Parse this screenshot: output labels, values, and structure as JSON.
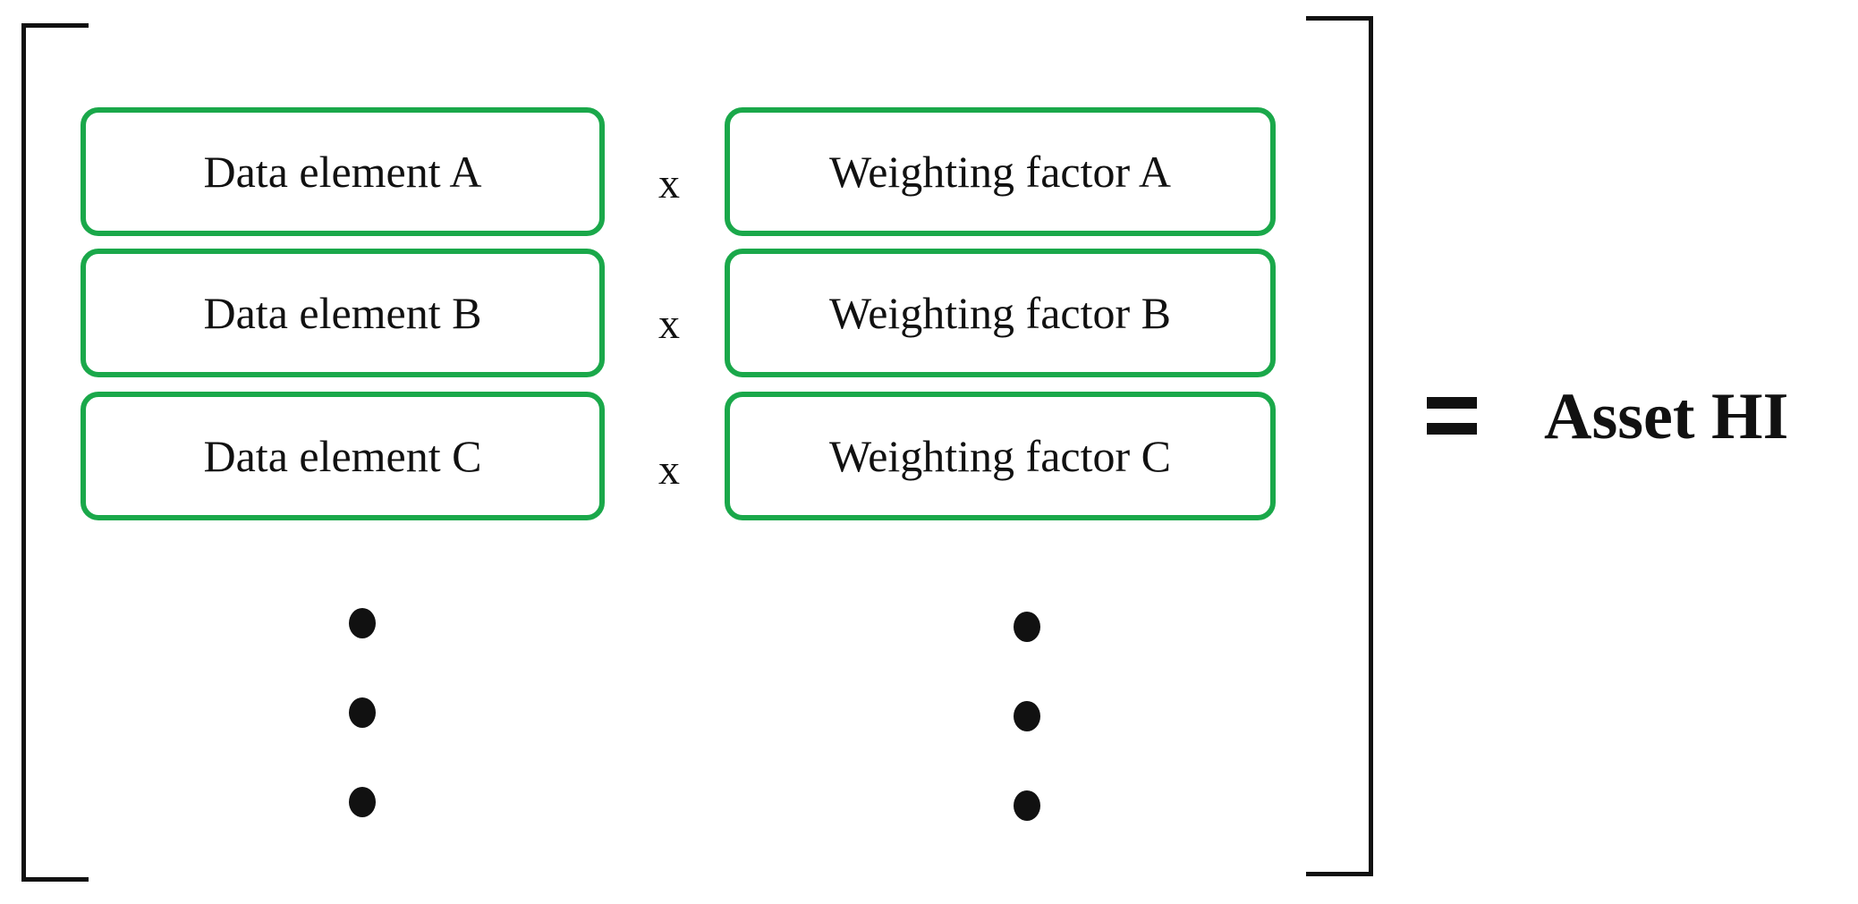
{
  "rows": [
    {
      "data_element": "Data element A",
      "operator": "x",
      "weighting_factor": "Weighting factor A"
    },
    {
      "data_element": "Data element B",
      "operator": "x",
      "weighting_factor": "Weighting factor B"
    },
    {
      "data_element": "Data element C",
      "operator": "x",
      "weighting_factor": "Weighting factor C"
    }
  ],
  "result": {
    "operator": "=",
    "label": "Asset HI"
  },
  "colors": {
    "box_border": "#1aa84a",
    "ink": "#111111"
  }
}
